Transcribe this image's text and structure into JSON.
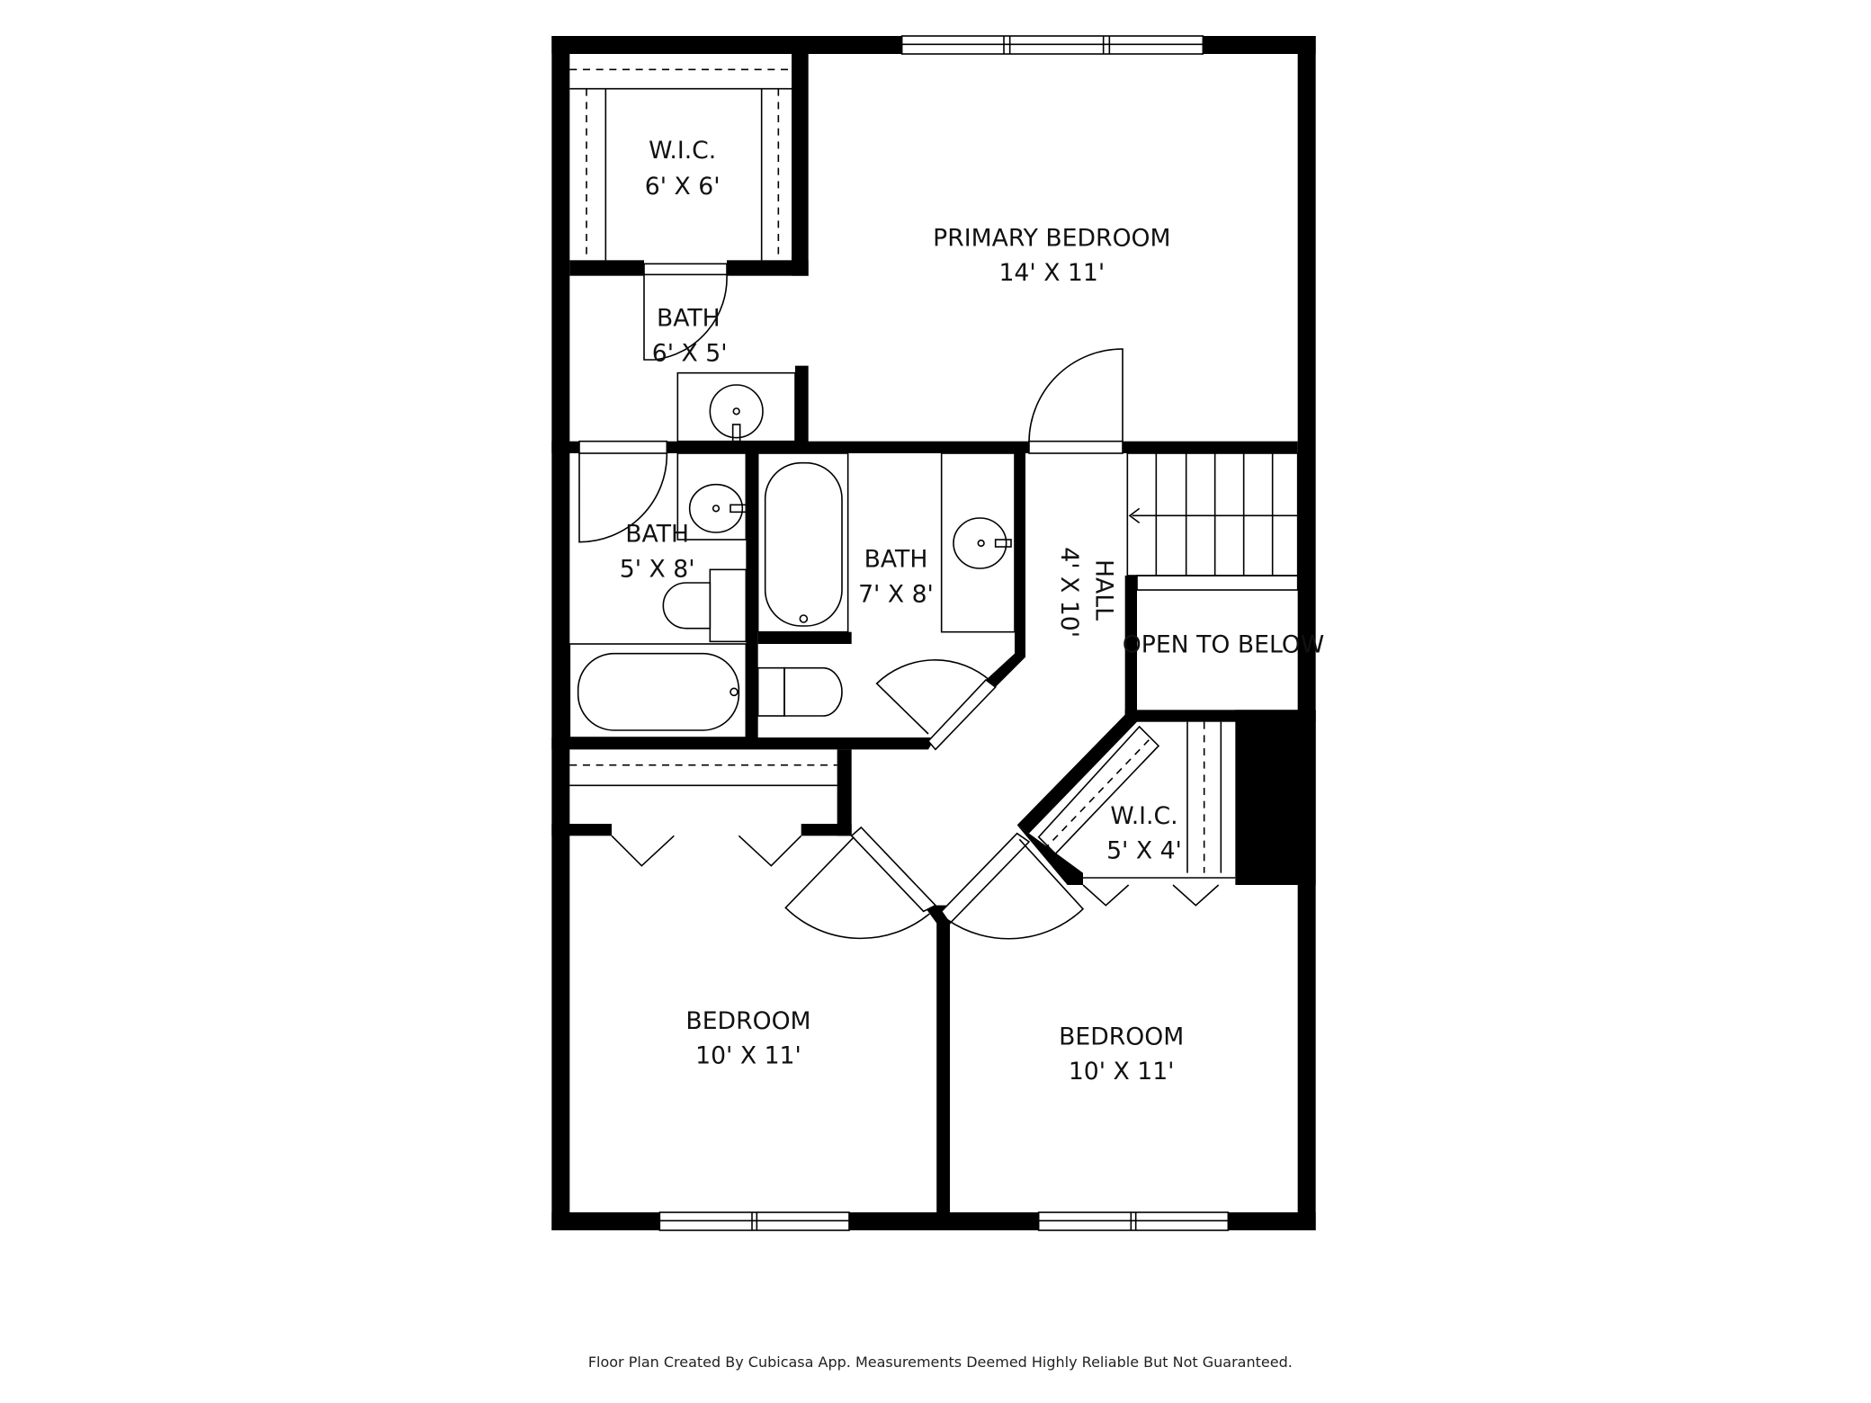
{
  "rooms": [
    {
      "name": "W.I.C.",
      "size": "6' X 6'"
    },
    {
      "name": "PRIMARY BEDROOM",
      "size": "14' X 11'"
    },
    {
      "name": "BATH",
      "size": "6' X 5'"
    },
    {
      "name": "BATH",
      "size": "5' X 8'"
    },
    {
      "name": "BATH",
      "size": "7' X 8'"
    },
    {
      "name": "HALL",
      "size": "4' X 10'"
    },
    {
      "name": "OPEN TO BELOW"
    },
    {
      "name": "W.I.C.",
      "size": "5' X 4'"
    },
    {
      "name": "BEDROOM",
      "size": "10' X 11'"
    },
    {
      "name": "BEDROOM",
      "size": "10' X 11'"
    }
  ],
  "footer": "Floor Plan Created By Cubicasa App. Measurements Deemed Highly Reliable But Not Guaranteed.",
  "colors": {
    "wall": "#000000",
    "background": "#ffffff"
  }
}
